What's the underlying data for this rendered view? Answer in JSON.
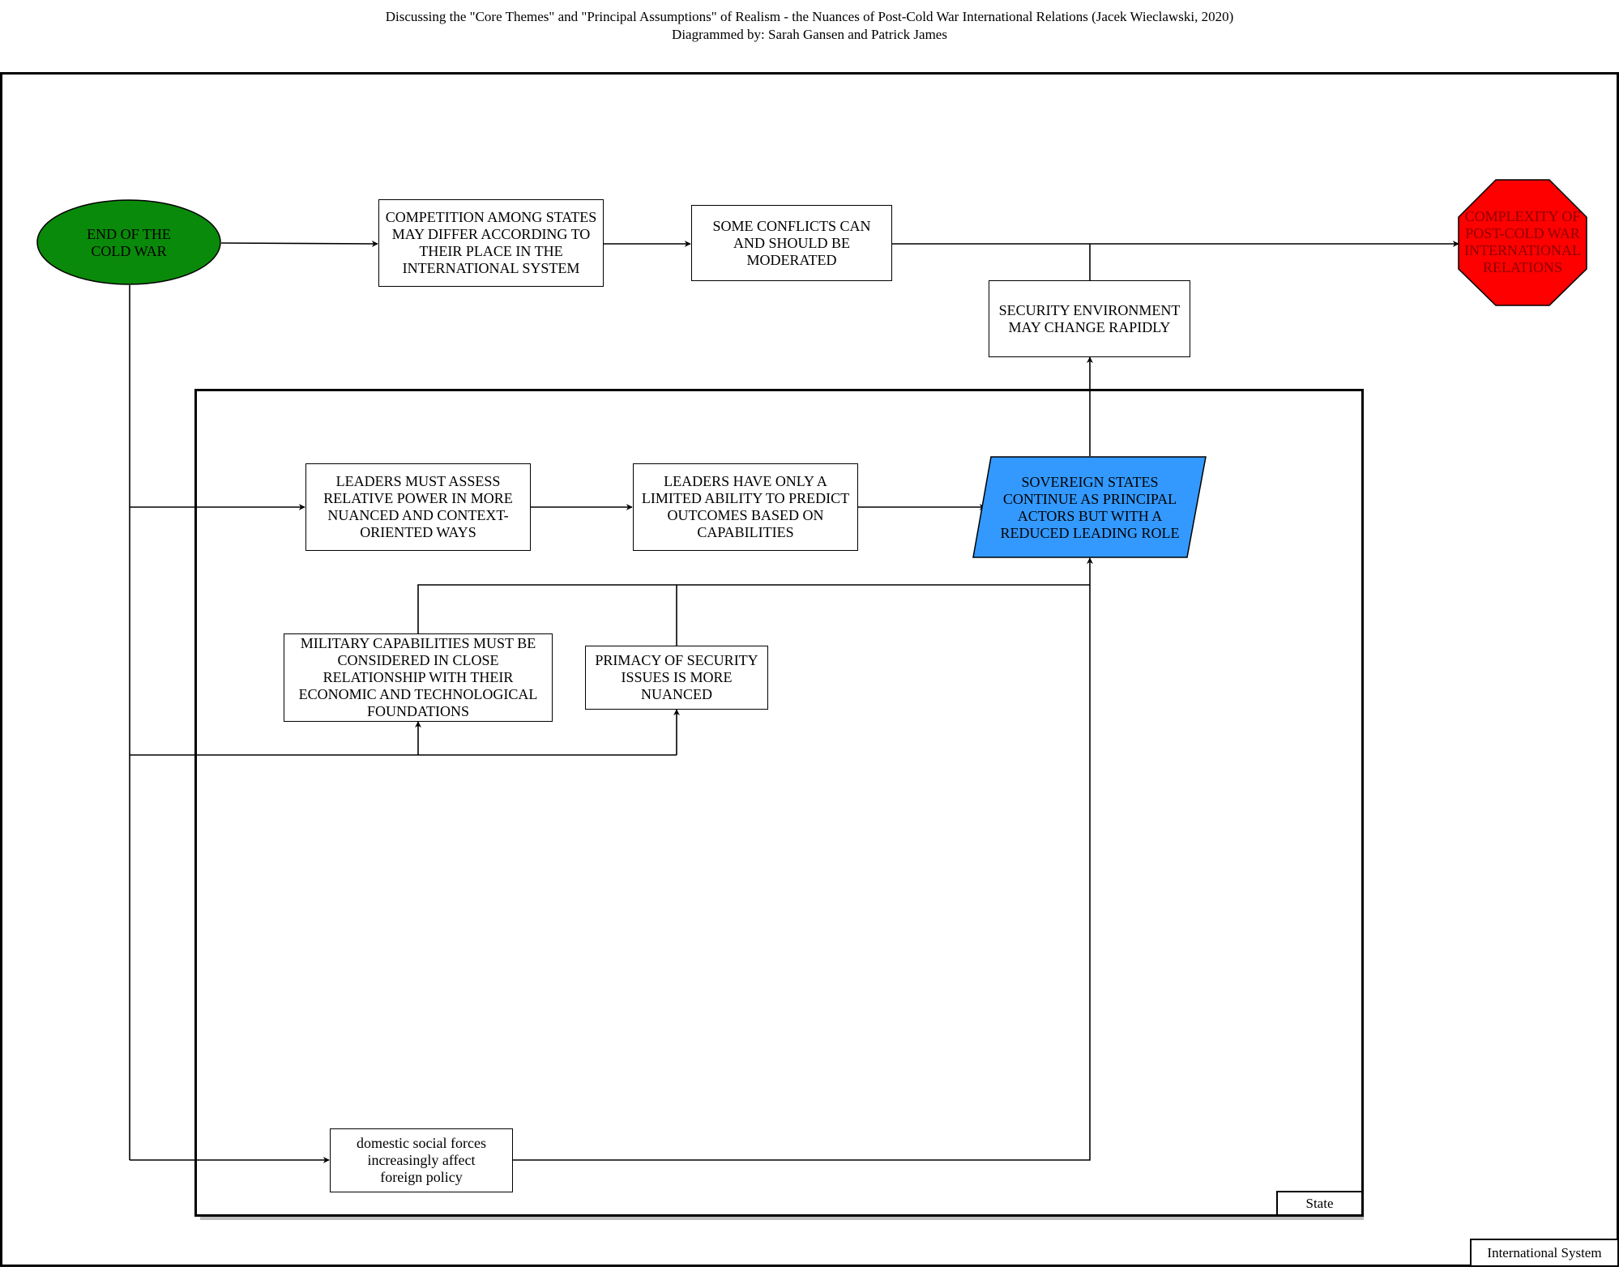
{
  "header": {
    "title": "Discussing the \"Core Themes\" and \"Principal Assumptions\" of Realism - the Nuances of Post-Cold War International Relations (Jacek Wieclawski, 2020)",
    "subtitle": "Diagrammed by: Sarah Gansen and Patrick James"
  },
  "frames": {
    "international_system": "International System",
    "state": "State"
  },
  "nodes": {
    "end_cold_war": "END OF THE COLD WAR",
    "competition": "COMPETITION AMONG STATES MAY DIFFER ACCORDING TO THEIR PLACE IN THE INTERNATIONAL SYSTEM",
    "conflicts": "SOME CONFLICTS CAN AND SHOULD BE MODERATED",
    "complexity": "COMPLEXITY OF POST-COLD WAR INTERNATIONAL RELATIONS",
    "security_env": "SECURITY ENVIRONMENT MAY CHANGE RAPIDLY",
    "leaders_assess": "LEADERS MUST ASSESS RELATIVE POWER IN MORE NUANCED AND CONTEXT-ORIENTED WAYS",
    "leaders_limited": "LEADERS HAVE ONLY A LIMITED ABILITY TO PREDICT OUTCOMES BASED ON CAPABILITIES",
    "sovereign": "SOVEREIGN STATES CONTINUE AS PRINCIPAL ACTORS BUT WITH A REDUCED LEADING ROLE",
    "military": "MILITARY CAPABILITIES MUST BE CONSIDERED IN CLOSE RELATIONSHIP WITH THEIR ECONOMIC AND TECHNOLOGICAL FOUNDATIONS",
    "primacy": "PRIMACY OF SECURITY ISSUES IS MORE NUANCED",
    "domestic": "domestic social forces increasingly affect foreign policy"
  },
  "colors": {
    "start_fill": "#0a8a0a",
    "end_fill": "#ff0000",
    "sovereign_fill": "#3399ff"
  }
}
